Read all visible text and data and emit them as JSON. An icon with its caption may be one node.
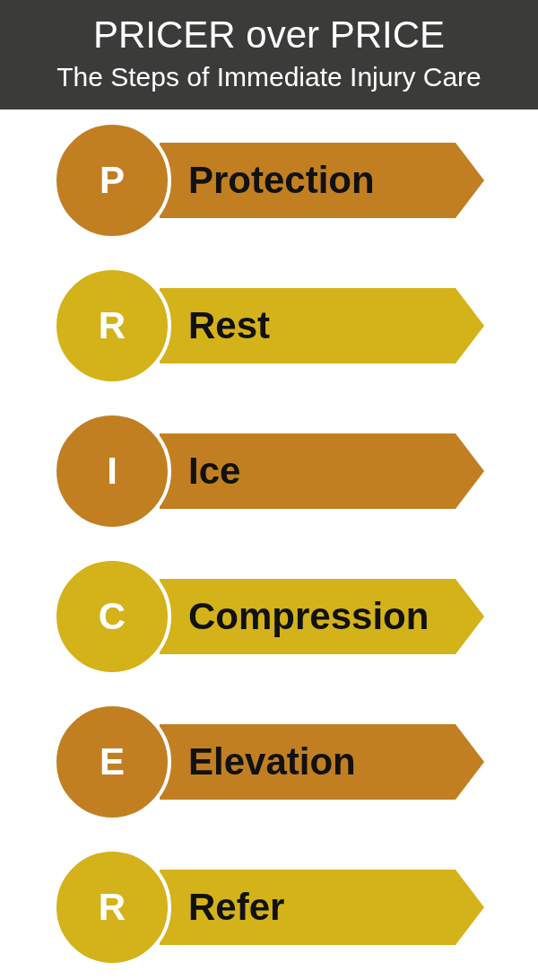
{
  "diagram": {
    "title": "PRICER over PRICE",
    "nodes": [
      {
        "text": [
          "P"
        ]
      },
      {
        "text": [
          "Protection"
        ]
      },
      {
        "text": [
          "R"
        ]
      },
      {
        "text": [
          "Rest"
        ]
      },
      {
        "text": [
          "I"
        ]
      },
      {
        "text": [
          "Ice"
        ]
      },
      {
        "text": [
          "C"
        ]
      },
      {
        "text": [
          "Compression"
        ]
      },
      {
        "text": [
          "E"
        ]
      },
      {
        "text": [
          "Elevation"
        ]
      },
      {
        "text": [
          "R"
        ]
      },
      {
        "text": [
          "Refer"
        ]
      }
    ],
    "labels": [
      "The Steps of Immediate Injury Care"
    ]
  }
}
